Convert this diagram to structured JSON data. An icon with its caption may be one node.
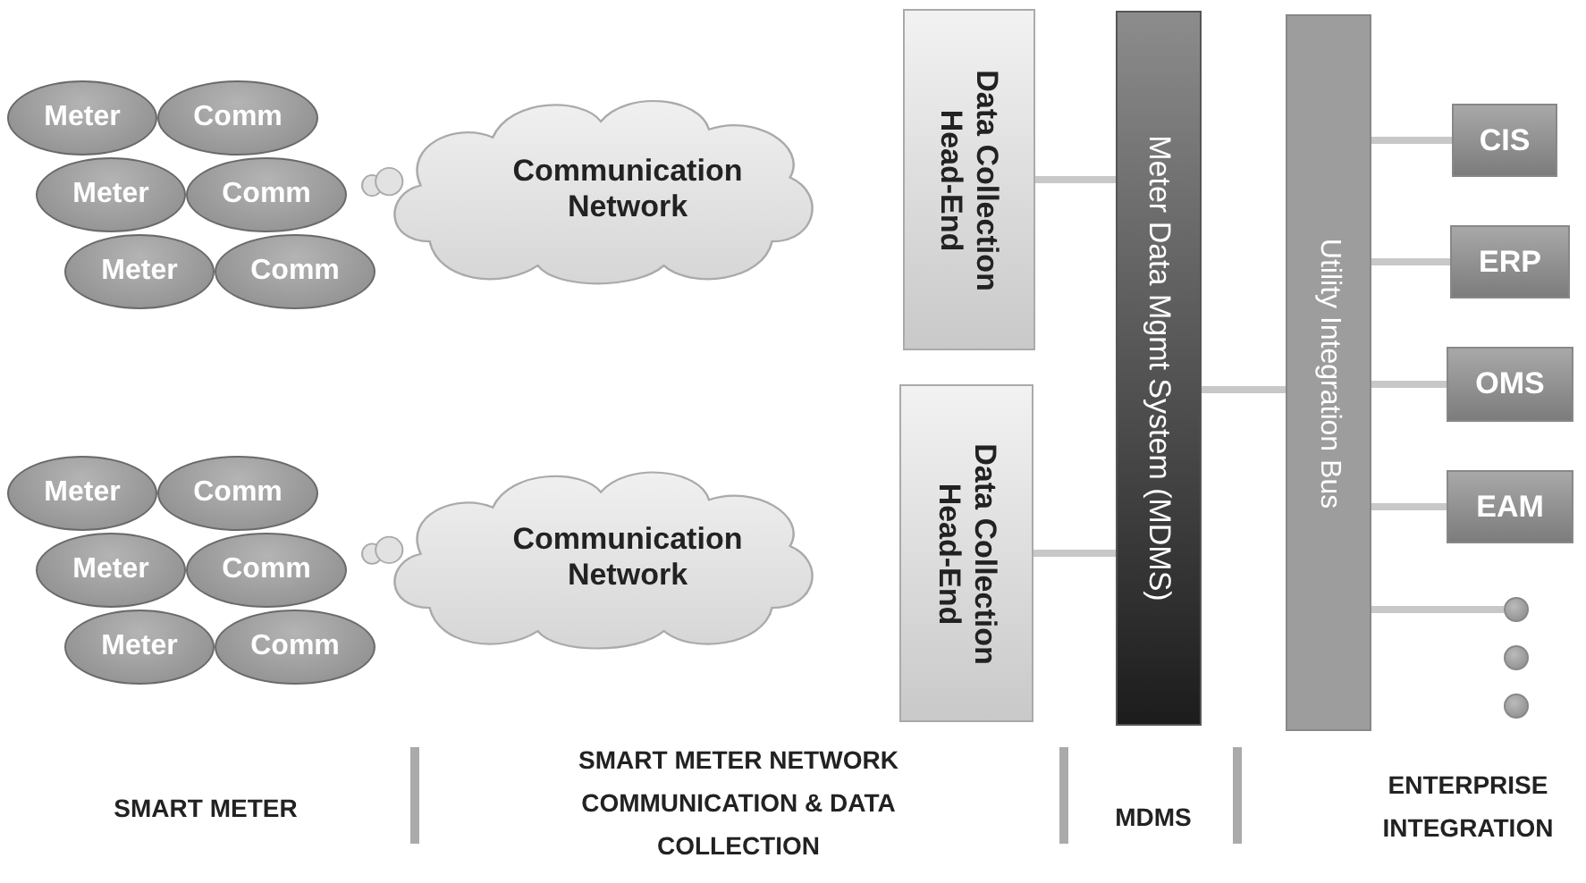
{
  "diagram": {
    "nodes": [
      {
        "text": [
          "Meter"
        ]
      },
      {
        "text": [
          "Comm"
        ]
      },
      {
        "text": [
          "Meter"
        ]
      },
      {
        "text": [
          "Comm"
        ]
      },
      {
        "text": [
          "Meter"
        ]
      },
      {
        "text": [
          "Comm"
        ]
      },
      {
        "text": [
          "Communication Network"
        ]
      },
      {
        "text": [
          "Data Collection Head-End"
        ]
      },
      {
        "text": [
          "Meter"
        ]
      },
      {
        "text": [
          "Comm"
        ]
      },
      {
        "text": [
          "Meter"
        ]
      },
      {
        "text": [
          "Comm"
        ]
      },
      {
        "text": [
          "Meter"
        ]
      },
      {
        "text": [
          "Comm"
        ]
      },
      {
        "text": [
          "Communication Network"
        ]
      },
      {
        "text": [
          "Data Collection Head-End"
        ]
      },
      {
        "text": [
          "Meter Data Mgmt System (MDMS)"
        ]
      },
      {
        "text": [
          "Utility Integration Bus"
        ]
      },
      {
        "text": [
          "CIS"
        ]
      },
      {
        "text": [
          "ERP"
        ]
      },
      {
        "text": [
          "OMS"
        ]
      },
      {
        "text": [
          "EAM"
        ]
      },
      {
        "text": [],
        "shape": "circle"
      },
      {
        "text": [],
        "shape": "circle"
      },
      {
        "text": [],
        "shape": "circle"
      }
    ],
    "edges": [
      {
        "from": 7,
        "to": 16,
        "arrow": "none"
      },
      {
        "from": 15,
        "to": 16,
        "arrow": "none"
      },
      {
        "from": 16,
        "to": 17,
        "arrow": "none"
      },
      {
        "from": 17,
        "to": 18,
        "arrow": "none"
      },
      {
        "from": 17,
        "to": 19,
        "arrow": "none"
      },
      {
        "from": 17,
        "to": 20,
        "arrow": "none"
      },
      {
        "from": 17,
        "to": 21,
        "arrow": "none"
      },
      {
        "from": 17,
        "to": 22,
        "arrow": "none"
      }
    ],
    "labels": [
      "SMART METER",
      "SMART METER NETWORK COMMUNICATION & DATA COLLECTION",
      "MDMS",
      "ENTERPRISE INTEGRATION"
    ]
  }
}
